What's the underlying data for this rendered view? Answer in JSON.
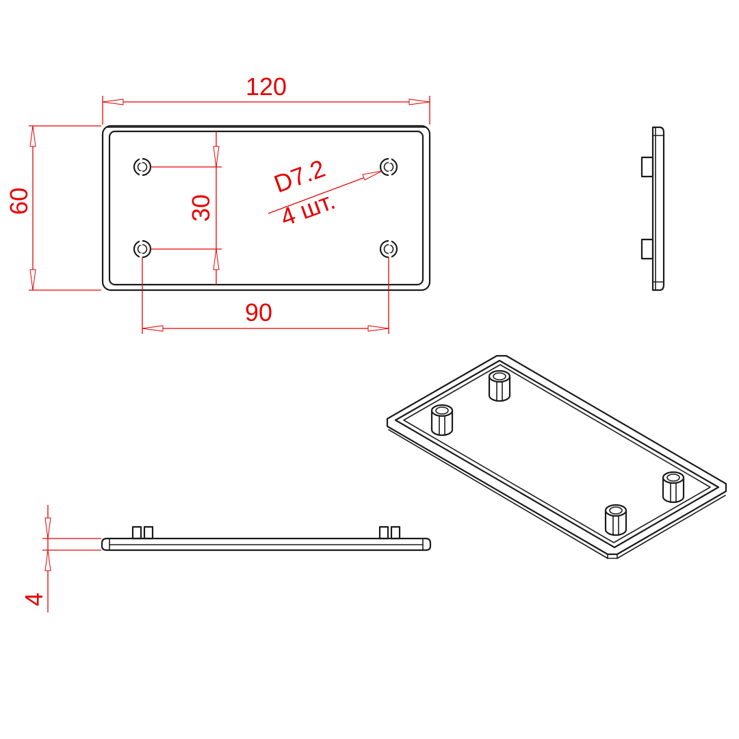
{
  "colors": {
    "dimension": "#e60000",
    "outline": "#1a1a1a",
    "background": "#ffffff"
  },
  "dimensions": {
    "overall_width": "120",
    "overall_height": "60",
    "hole_pitch_x": "90",
    "hole_pitch_y": "30",
    "hole_diameter": "D7.2",
    "hole_count": "4 шт.",
    "thickness": "4"
  }
}
